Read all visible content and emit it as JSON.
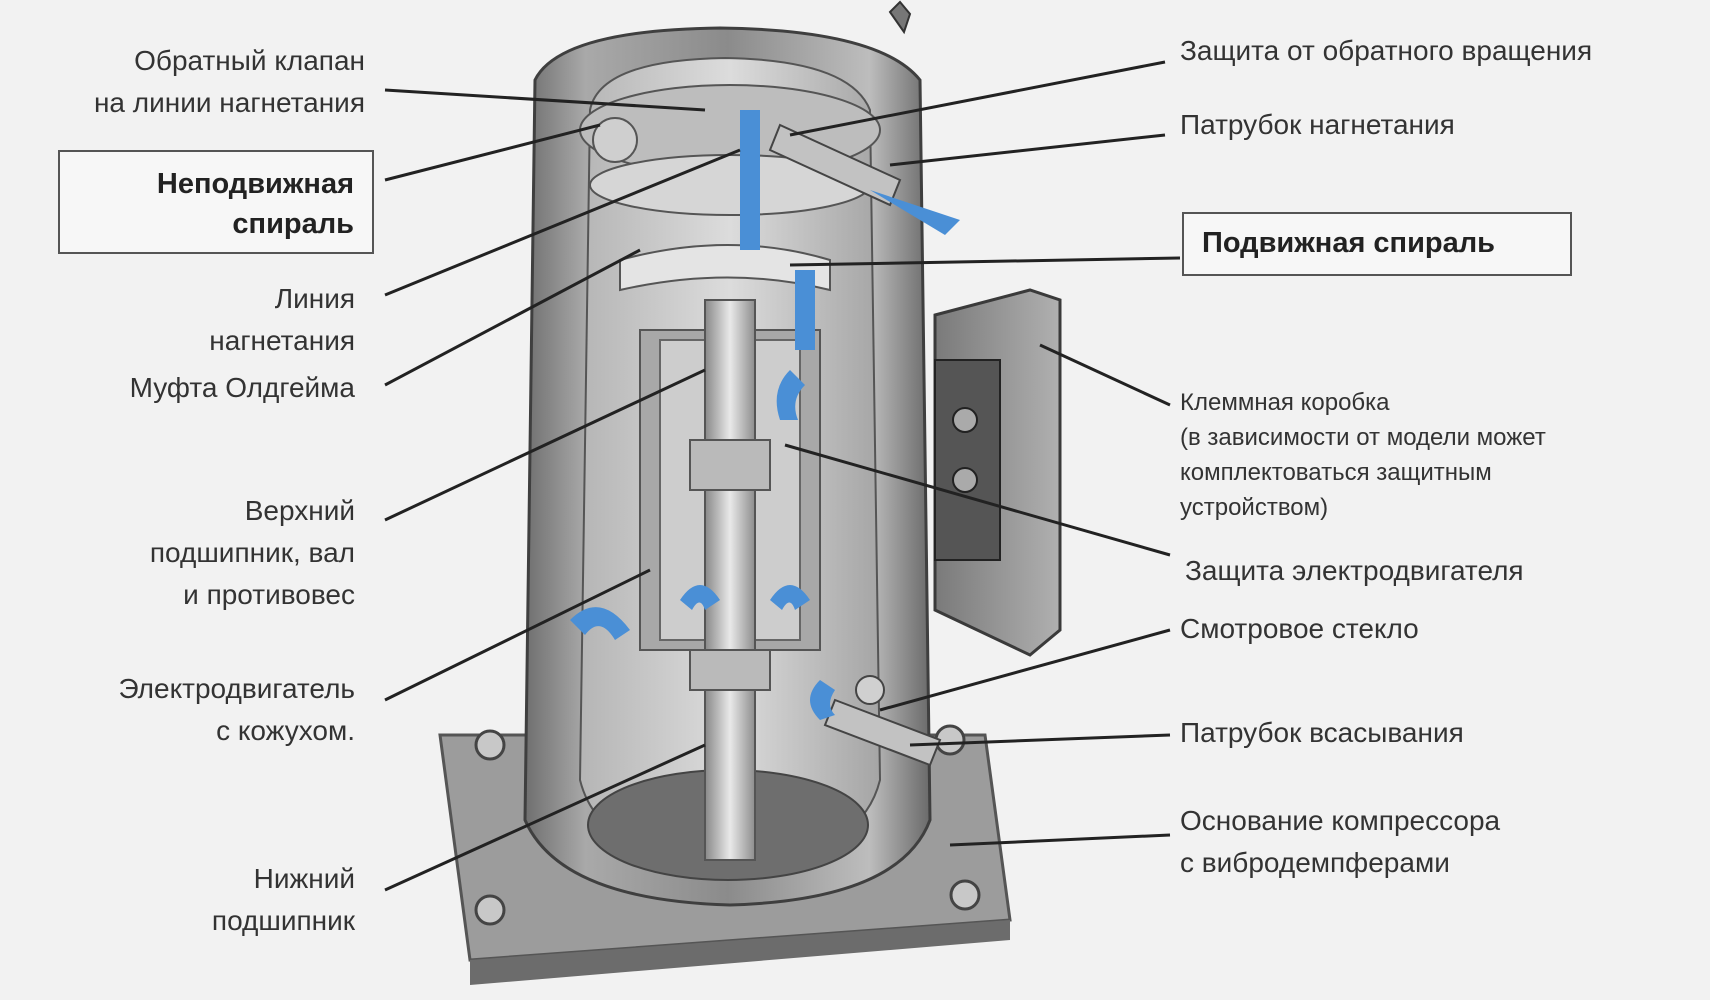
{
  "diagram": {
    "left_labels": {
      "discharge_valve": [
        "Обратный клапан",
        "на линии нагнетания"
      ],
      "fixed_scroll": [
        "Неподвижная",
        "спираль"
      ],
      "discharge_line": [
        "Линия",
        "нагнетания"
      ],
      "oldham_coupling": "Муфта Олдгейма",
      "upper_bearing": [
        "Верхний",
        "подшипник, вал",
        "и противовес"
      ],
      "motor": [
        "Электродвигатель",
        "с кожухом."
      ],
      "lower_bearing": [
        "Нижний",
        "подшипник"
      ]
    },
    "right_labels": {
      "reverse_protection": "Защита от обратного вращения",
      "discharge_port": "Патрубок нагнетания",
      "orbiting_scroll": "Подвижная спираль",
      "terminal_box": [
        "Клеммная коробка",
        "(в зависимости от модели может",
        "комплектоваться защитным",
        "устройством)"
      ],
      "motor_protection": "Защита электродвигателя",
      "sight_glass": "Смотровое стекло",
      "suction_port": "Патрубок всасывания",
      "compressor_base": [
        "Основание компрессора",
        "с вибродемпферами"
      ]
    },
    "colors": {
      "background": "#f2f2f2",
      "shell": "#8e8e8e",
      "shell_dark": "#5e5e5e",
      "interior": "#c9c9c9",
      "flow_arrow": "#4a8fd6",
      "leader": "#222222"
    }
  }
}
